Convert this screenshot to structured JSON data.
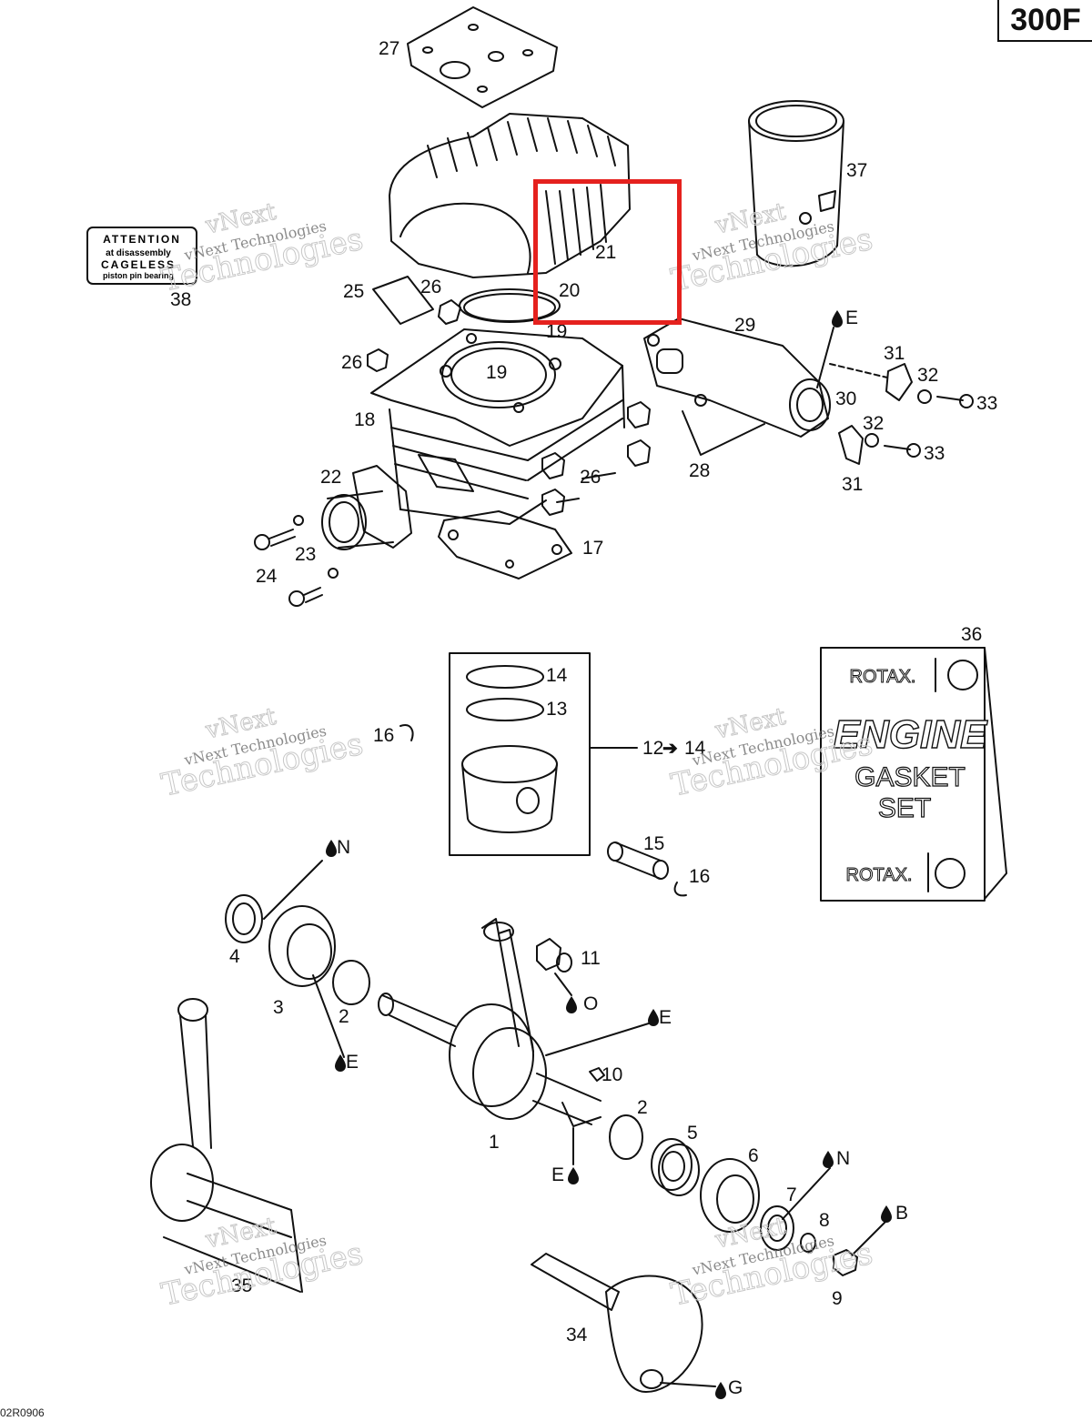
{
  "model": "300F",
  "drawing_code": "02R0906",
  "attention_label": {
    "line1": "ATTENTION",
    "line2": "at disassembly",
    "line3": "CAGELESS",
    "line4": "piston pin bearing"
  },
  "gasket_set": {
    "brand": "ROTAX.",
    "title_line1": "ENGINE",
    "title_line2": "GASKET",
    "title_line3": "SET"
  },
  "watermark": {
    "line1": "vNext",
    "line2": "vNext Technologies",
    "line3": "Technologies"
  },
  "highlight_color": "#e5211e",
  "callouts": {
    "c27": "27",
    "c37": "37",
    "c21": "21",
    "c20": "20",
    "c38": "38",
    "c25": "25",
    "c26a": "26",
    "c26b": "26",
    "c26c": "26",
    "c19a": "19",
    "c19b": "19",
    "c29": "29",
    "cE1": "E",
    "c31a": "31",
    "c31b": "31",
    "c32a": "32",
    "c32b": "32",
    "c33a": "33",
    "c33b": "33",
    "c30": "30",
    "c18": "18",
    "c28": "28",
    "c22": "22",
    "c23": "23",
    "c24": "24",
    "c17": "17",
    "c36": "36",
    "c14": "14",
    "c13": "13",
    "c16a": "16",
    "c12": "12",
    "c12to": "14",
    "c15": "15",
    "c16b": "16",
    "cN1": "N",
    "c4": "4",
    "c3": "3",
    "c2a": "2",
    "cE2": "E",
    "c11": "11",
    "cO": "O",
    "cE3": "E",
    "c10": "10",
    "c1": "1",
    "c2b": "2",
    "c5": "5",
    "cE4": "E",
    "c6": "6",
    "cN2": "N",
    "c7": "7",
    "c8": "8",
    "cB": "B",
    "c9": "9",
    "c35": "35",
    "c34": "34",
    "cG": "G"
  }
}
